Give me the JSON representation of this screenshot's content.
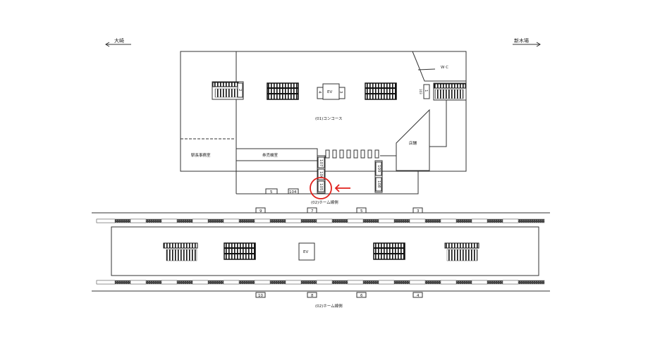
{
  "directions": {
    "left": "大崎",
    "right": "新木場"
  },
  "concourse": {
    "label": "(01)コンコース",
    "wc": "W C",
    "station_master": "駅長事務室",
    "ticket_room": "券売機室",
    "shop": "店舗",
    "ev": "EV",
    "ev_left": "4",
    "ev_right": "3",
    "stair_left": "2",
    "stair_right": "1",
    "small_right": "103",
    "gate_col_left": [
      "107",
      "106",
      "105"
    ],
    "gate_col_right": [
      "109",
      "108"
    ],
    "bottom_boxes": [
      "5",
      "104"
    ]
  },
  "platform": {
    "label_top": "(02)ホーム線側",
    "label_bottom": "(02)ホーム線側",
    "ev": "EV",
    "top_numbers": [
      "9",
      "7",
      "5",
      "3"
    ],
    "bottom_numbers": [
      "10",
      "8",
      "6",
      "4"
    ]
  },
  "highlight": {
    "target": "105",
    "color": "#e0201b"
  }
}
